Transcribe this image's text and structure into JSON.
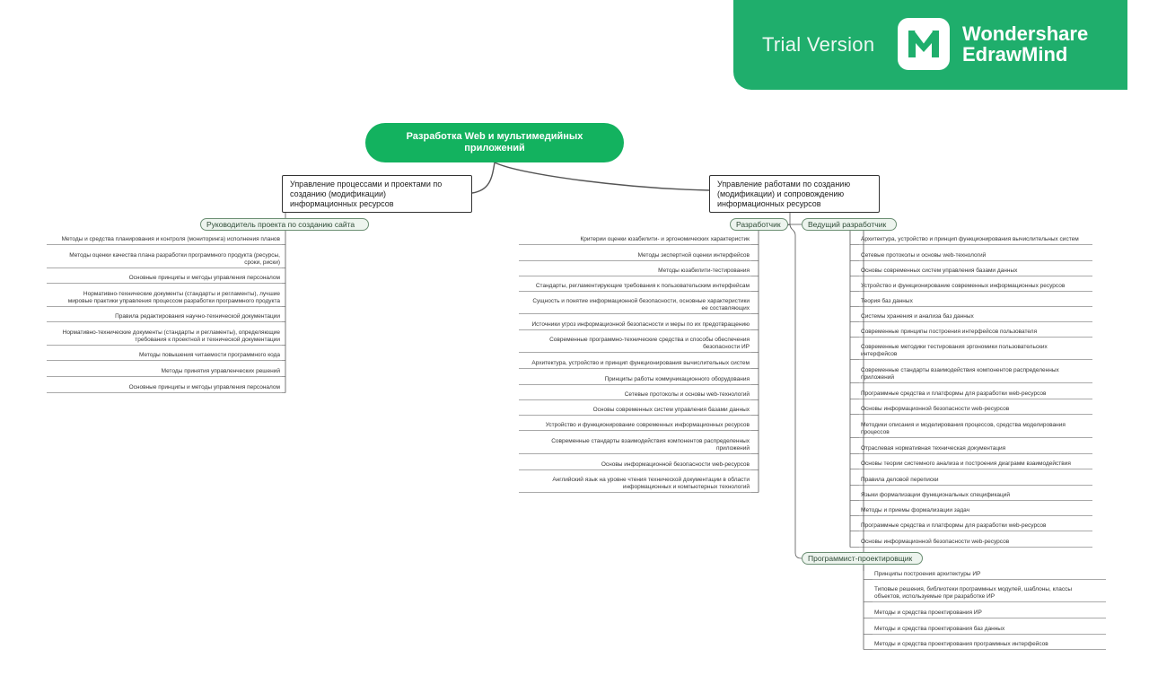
{
  "badge": {
    "trial": "Trial Version",
    "brand_line1": "Wondershare",
    "brand_line2": "EdrawMind",
    "logo_icon": "edrawmind-logo-icon"
  },
  "colors": {
    "accent": "#13b25f",
    "badge": "#1fae6c",
    "line": "#555555"
  },
  "root": "Разработка Web и мультимедийных\nприложений",
  "left": {
    "title": "Управление процессами и проектами по\nсозданию (модификации)\n информационных ресурсов",
    "groups": [
      {
        "label": "Руководитель проекта по созданию сайта",
        "items": [
          "Методы и средства планирования и контроля (мониторинга) исполнения планов",
          "Методы оценки качества плана разработки программного продукта (ресурсы,\nсроки, риски)",
          "Основные принципы и методы управления персоналом",
          "Нормативно-технические документы (стандарты и регламенты), лучшие\nмировые практики управления процессом разработки программного продукта",
          "Правила редактирования научно-технической документации",
          "Нормативно-технические документы (стандарты и регламенты), определяющие\nтребования к проектной и технической документации",
          "Методы повышения читаемости программного кода",
          "Методы принятия управленческих решений",
          "Основные принципы и методы управления персоналом"
        ]
      }
    ]
  },
  "right": {
    "title": "Управление работами по созданию\n(модификации) и сопровождению\nинформационных ресурсов",
    "groups": [
      {
        "label": "Разработчик",
        "items": [
          "Критерии оценки юзабилити- и эргономических характеристик",
          "Методы экспертной оценки интерфейсов",
          "Методы юзабилити-тестирования",
          "Стандарты, регламентирующие требования к пользовательским интерфейсам",
          "Сущность и понятие информационной безопасности, основные характеристики\nее составляющих",
          "Источники угроз информационной безопасности и меры по их предотвращению",
          "Современные программно-технические средства и способы обеспечения\nбезопасности ИР",
          "Архитектура, устройство и принцип функционирования вычислительных систем",
          "Принципы работы коммуникационного оборудования",
          "Сетевые протоколы и основы web-технологий",
          "Основы современных систем управления базами данных",
          "Устройство и функционирование современных информационных ресурсов",
          "Современные стандарты взаимодействия компонентов распределенных\nприложений",
          "Основы информационной безопасности web-ресурсов",
          "Английский язык на уровне чтения технической документации в области\nинформационных и компьютерных технологий"
        ]
      },
      {
        "label": "Ведущий разработчик",
        "items": [
          "Архитектура, устройство и принцип функционирования вычислительных систем",
          "Сетевые протоколы и основы web-технологий",
          "Основы современных систем управления базами данных",
          "Устройство и функционирование современных информационных ресурсов",
          "Теория баз данных",
          "Системы хранения и анализа баз данных",
          "Современные принципы построения интерфейсов пользователя",
          "Современные методики тестирования эргономики пользовательских\nинтерфейсов",
          "Современные стандарты взаимодействия компонентов распределенных\nприложений",
          "Программные средства и платформы для разработки web-ресурсов",
          "Основы информационной безопасности web-ресурсов",
          "Методики описания и моделирования процессов, средства моделирования\nпроцессов",
          "Отраслевая нормативная техническая документация",
          "Основы теории системного анализа и построения диаграмм взаимодействия",
          "Правила деловой переписки",
          "Языки формализации функциональных спецификаций",
          "Методы и приемы формализации задач",
          "Программные средства и платформы для разработки web-ресурсов",
          "Основы информационной безопасности web-ресурсов"
        ]
      },
      {
        "label": "Программист-проектировщик",
        "items": [
          "Принципы построения архитектуры ИР",
          "Типовые решения, библиотеки программных модулей, шаблоны, классы\nобъектов, используемые при разработке ИР",
          "Методы и средства проектирования ИР",
          "Методы и средства проектирования баз данных",
          "Методы и средства проектирования программных интерфейсов"
        ]
      }
    ]
  }
}
